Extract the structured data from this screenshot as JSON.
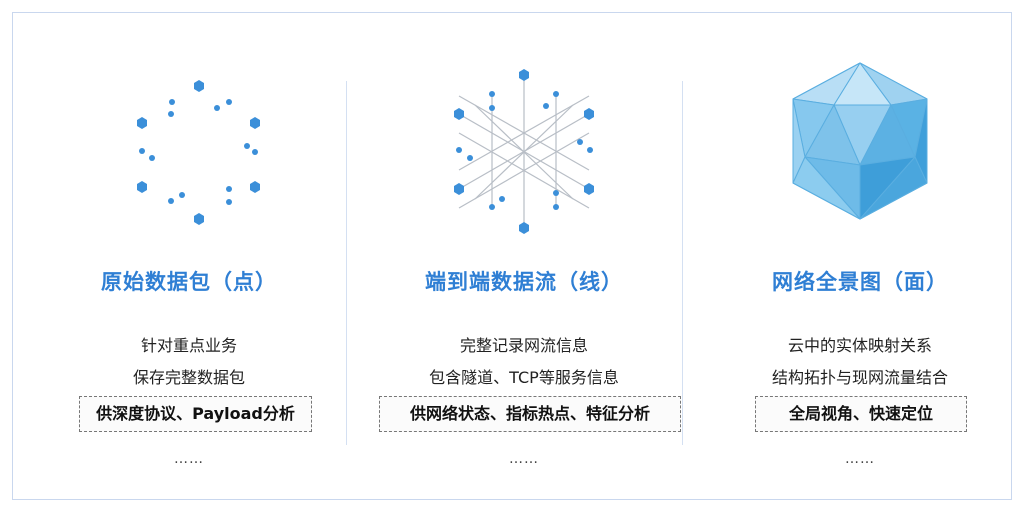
{
  "columns": [
    {
      "title": "原始数据包（点）",
      "lines": [
        "针对重点业务",
        "保存完整数据包"
      ],
      "tag": "供深度协议、Payload分析",
      "more": "……",
      "icon": "scattered-points-icon"
    },
    {
      "title": "端到端数据流（线）",
      "lines": [
        "完整记录网流信息",
        "包含隧道、TCP等服务信息"
      ],
      "tag": "供网络状态、指标热点、特征分析",
      "more": "……",
      "icon": "line-mesh-icon"
    },
    {
      "title": "网络全景图（面）",
      "lines": [
        "云中的实体映射关系",
        "结构拓扑与现网流量结合"
      ],
      "tag": "全局视角、快速定位",
      "more": "……",
      "icon": "icosahedron-icon"
    }
  ],
  "colors": {
    "accent": "#2f7fd4",
    "node": "#3b8fd9",
    "mesh_line": "#b8bec6",
    "face_light": "#a9d6f2",
    "face_dark": "#3e9ed9"
  }
}
